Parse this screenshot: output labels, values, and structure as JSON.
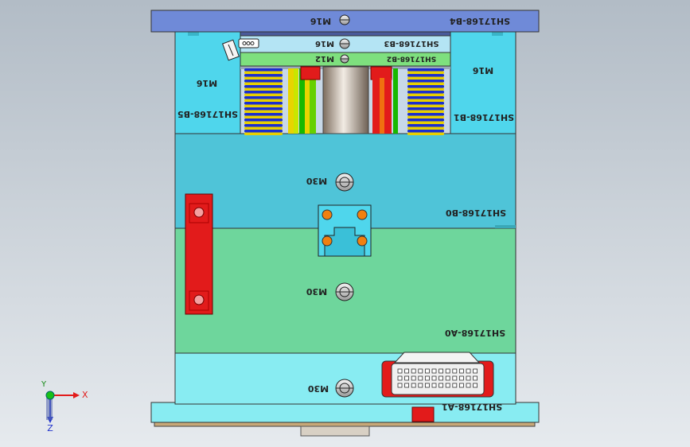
{
  "labels": {
    "top_plate_part": "SH17168-B4",
    "top_plate_screw": "M16",
    "left_block_screw": "M16",
    "left_block_part": "SH17168-B5",
    "right_block_screw": "M16",
    "right_block_part": "SH17168-B1",
    "strip_upper_screw": "M16",
    "strip_upper_part": "SH17168-B3",
    "strip_lower_screw": "M12",
    "strip_lower_part": "SH17168-B2",
    "upper_plate_screw": "M30",
    "upper_plate_part": "SH17168-B0",
    "middle_plate_screw": "M30",
    "middle_plate_part": "SH17168-A0",
    "base_plate_screw": "M30",
    "base_plate_part": "SH17168-A1"
  },
  "triad": {
    "x_label": "X",
    "y_label": "Y",
    "z_label": "Z"
  },
  "colors": {
    "background_top": "#b2bcc6",
    "background_bottom": "#e4e8ec",
    "top_plate": "#6f8ad8",
    "cyan_block": "#4fd6ec",
    "upper_plate": "#4fc4d8",
    "middle_plate": "#6ed69c",
    "base_plate": "#88ecf2",
    "strip_upper": "#b4e4f4",
    "strip_lower": "#7ee07e",
    "red_parts": "#e21b1b",
    "spring_blue": "#1a2ed0",
    "spring_yellow": "#e8d000"
  }
}
